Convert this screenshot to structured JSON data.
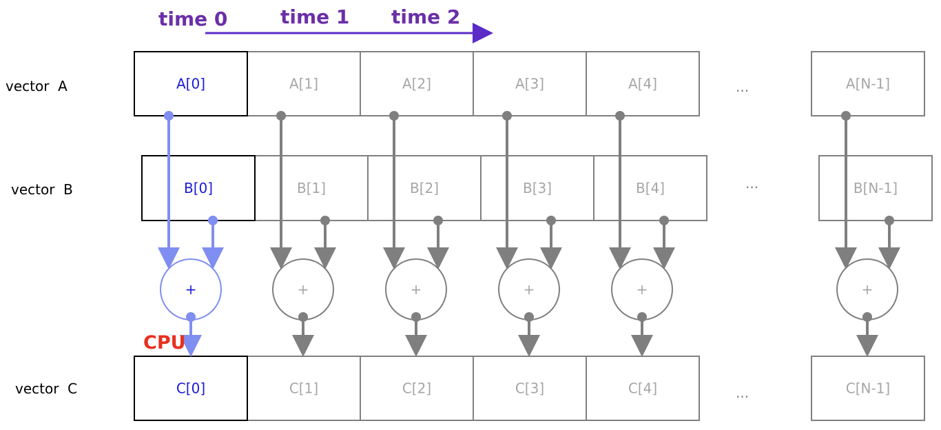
{
  "time_labels": [
    "time 0",
    "time 1",
    "time 2"
  ],
  "row_labels": {
    "a": "vector  A",
    "b": "vector  B",
    "c": "vector  C"
  },
  "vector_a": [
    "A[0]",
    "A[1]",
    "A[2]",
    "A[3]",
    "A[4]",
    "A[N-1]"
  ],
  "vector_b": [
    "B[0]",
    "B[1]",
    "B[2]",
    "B[3]",
    "B[4]",
    "B[N-1]"
  ],
  "vector_c": [
    "C[0]",
    "C[1]",
    "C[2]",
    "C[3]",
    "C[4]",
    "C[N-1]"
  ],
  "ellipsis": "...",
  "operator": "+",
  "cpu_label": "CPU",
  "active_index": 0,
  "colors": {
    "active_text": "#1a1ad6",
    "active_line": "#7f8ef0",
    "inactive": "#7f7f7f",
    "inactive_text": "#a6a6a6",
    "active_border": "#000000",
    "time": "#6b2fa8",
    "time_arrow": "#5b2bc8",
    "cpu": "#e83020"
  }
}
